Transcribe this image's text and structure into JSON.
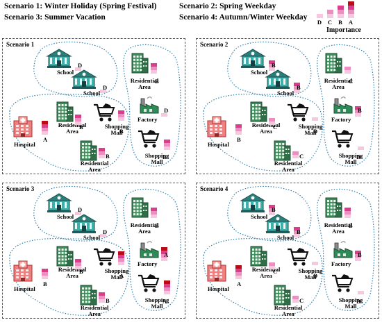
{
  "header": {
    "scenario1": "Scenario 1: Winter Holiday (Spring Festival)",
    "scenario2": "Scenario 2: Spring Weekday",
    "scenario3": "Scenario 3: Summer Vacation",
    "scenario4": "Scenario 4: Autumn/Winter Weekday"
  },
  "legend": {
    "title": "Importance",
    "levels": [
      "D",
      "C",
      "B",
      "A"
    ],
    "colors": {
      "D": "#f6c7de",
      "C": "#ec8ec0",
      "B": "#dc3d8b",
      "A": "#b80d17"
    }
  },
  "panels": [
    {
      "title": "Scenario 1",
      "nodes": [
        {
          "type": "school",
          "label": "School",
          "level": "D"
        },
        {
          "type": "school",
          "label": "School",
          "level": "D"
        },
        {
          "type": "residential",
          "label": "Residential Area",
          "level": "B"
        },
        {
          "type": "factory",
          "label": "Factory",
          "level": "D"
        },
        {
          "type": "residential",
          "label": "Residential Area",
          "level": "B"
        },
        {
          "type": "mall",
          "label": "Shopping Mall",
          "level": "B"
        },
        {
          "type": "hospital",
          "label": "Hospital",
          "level": "A"
        },
        {
          "type": "residential",
          "label": "Residential Area",
          "level": "B"
        },
        {
          "type": "mall",
          "label": "Shopping Mall",
          "level": "B"
        }
      ]
    },
    {
      "title": "Scenario 2",
      "nodes": [
        {
          "type": "school",
          "label": "School",
          "level": "B"
        },
        {
          "type": "school",
          "label": "School",
          "level": "B"
        },
        {
          "type": "residential",
          "label": "Residential Area",
          "level": "C"
        },
        {
          "type": "factory",
          "label": "Factory",
          "level": "B"
        },
        {
          "type": "residential",
          "label": "Residential Area",
          "level": "C"
        },
        {
          "type": "mall",
          "label": "Shopping Mall",
          "level": "D"
        },
        {
          "type": "hospital",
          "label": "Hospital",
          "level": "B"
        },
        {
          "type": "residential",
          "label": "Residential Area",
          "level": "C"
        },
        {
          "type": "mall",
          "label": "Shopping Mall",
          "level": "D"
        }
      ]
    },
    {
      "title": "Scenario 3",
      "nodes": [
        {
          "type": "school",
          "label": "School",
          "level": "D"
        },
        {
          "type": "school",
          "label": "School",
          "level": "D"
        },
        {
          "type": "residential",
          "label": "Residential Area",
          "level": "B"
        },
        {
          "type": "factory",
          "label": "Factory",
          "level": "A"
        },
        {
          "type": "residential",
          "label": "Residential Area",
          "level": "B"
        },
        {
          "type": "mall",
          "label": "Shopping Mall",
          "level": "A"
        },
        {
          "type": "hospital",
          "label": "Hospital",
          "level": "B"
        },
        {
          "type": "residential",
          "label": "Residential Area",
          "level": "B"
        },
        {
          "type": "mall",
          "label": "Shopping Mall",
          "level": "A"
        }
      ]
    },
    {
      "title": "Scenario 4",
      "nodes": [
        {
          "type": "school",
          "label": "School",
          "level": "B"
        },
        {
          "type": "school",
          "label": "School",
          "level": "B"
        },
        {
          "type": "residential",
          "label": "Residential Area",
          "level": "B"
        },
        {
          "type": "factory",
          "label": "Factory",
          "level": "B"
        },
        {
          "type": "residential",
          "label": "Residential Area",
          "level": "C"
        },
        {
          "type": "mall",
          "label": "Shopping Mall",
          "level": "D"
        },
        {
          "type": "hospital",
          "label": "Hospital",
          "level": "A"
        },
        {
          "type": "residential",
          "label": "Residential Area",
          "level": "C"
        },
        {
          "type": "mall",
          "label": "Shopping Mall",
          "level": "D"
        }
      ]
    }
  ]
}
